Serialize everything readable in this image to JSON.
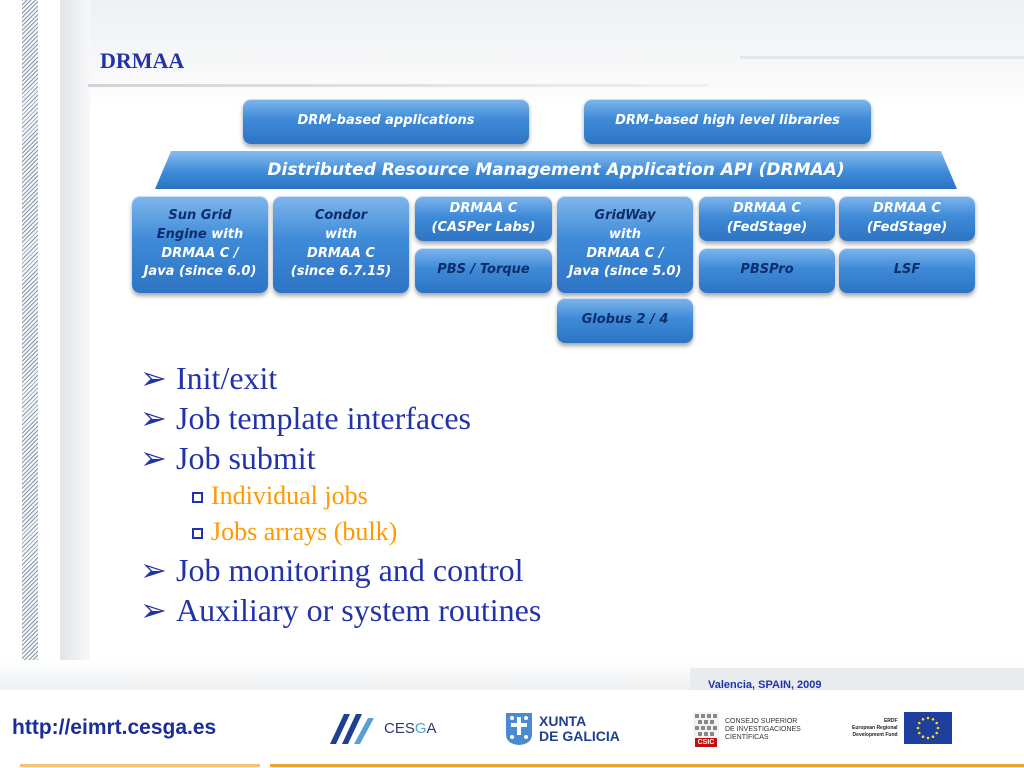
{
  "slide": {
    "title": "DRMAA"
  },
  "diagram": {
    "top_left": "DRM-based applications",
    "top_right": "DRM-based high level libraries",
    "api_bar": "Distributed Resource Management Application API (DRMAA)",
    "sge_line1": "Sun Grid",
    "sge_line2a": "Engine",
    "sge_line2b": " with",
    "sge_line3": "DRMAA C /",
    "sge_line4": "Java (since 6.0)",
    "condor_line1": "Condor",
    "condor_line2": "with",
    "condor_line3": "DRMAA C",
    "condor_line4": "(since 6.7.15)",
    "casper_line1": "DRMAA C",
    "casper_line2": "(CASPer Labs)",
    "pbs_torque": "PBS / Torque",
    "gridway_line1": "GridWay",
    "gridway_line2": "with",
    "gridway_line3": "DRMAA C /",
    "gridway_line4": "Java (since 5.0)",
    "globus": "Globus 2 / 4",
    "fedstage1_line1": "DRMAA C",
    "fedstage1_line2": "(FedStage)",
    "pbspro": "PBSPro",
    "fedstage2_line1": "DRMAA C",
    "fedstage2_line2": "(FedStage)",
    "lsf": "LSF"
  },
  "bullets": [
    {
      "text": "Init/exit"
    },
    {
      "text": "Job template interfaces"
    },
    {
      "text": "Job submit"
    },
    {
      "text": "Individual jobs"
    },
    {
      "text": "Jobs arrays (bulk)"
    },
    {
      "text": "Job monitoring and control"
    },
    {
      "text": "Auxiliary or system routines"
    }
  ],
  "bullet_marker": "➢",
  "footer": {
    "location": "Valencia, SPAIN, 2009",
    "url": "http://eimrt.cesga.es",
    "cesga_a": "CES",
    "cesga_b": "G",
    "cesga_c": "A",
    "xunta_line1": "XUNTA",
    "xunta_line2": "DE GALICIA",
    "csic_line1": "CONSEJO SUPERIOR",
    "csic_line2": "DE INVESTIGACIONES",
    "csic_line3": "CIENTÍFICAS",
    "csic_badge": "CSIC",
    "erdf_line1": "ERDF",
    "erdf_line2": "European Regional",
    "erdf_line3": "Development Fund"
  },
  "colors": {
    "title": "#2233aa",
    "bullet_l1": "#2233aa",
    "bullet_l2": "#ff9900",
    "box_fill": "#3f8bd8",
    "box_dark_text": "#0d2d6b",
    "footer_accent": "#f0a030"
  }
}
